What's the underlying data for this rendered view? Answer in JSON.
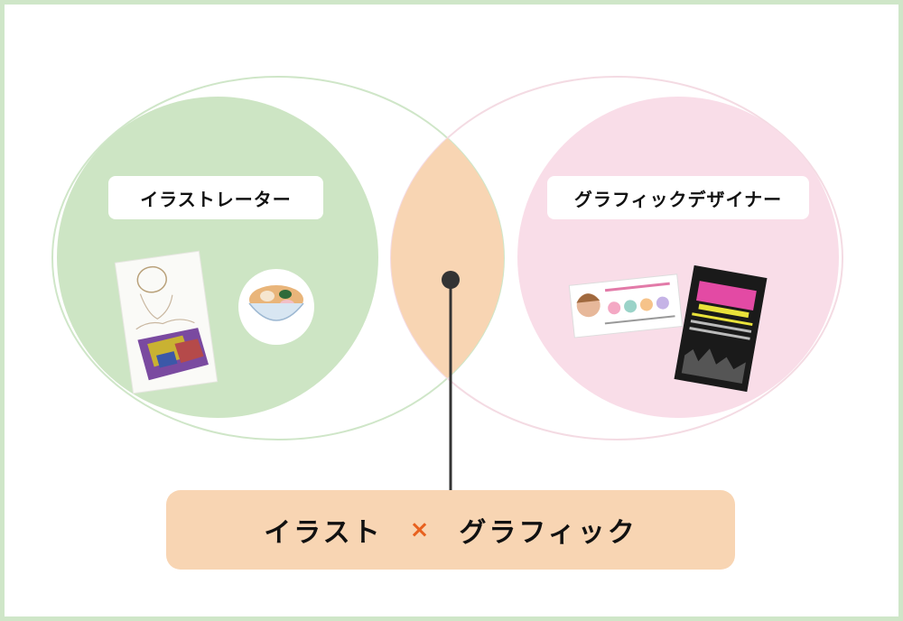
{
  "diagram": {
    "left_circle": {
      "label": "イラストレーター"
    },
    "right_circle": {
      "label": "グラフィックデザイナー"
    },
    "intersection": {
      "left_text": "イラスト",
      "operator": "×",
      "right_text": "グラフィック"
    },
    "images": {
      "left": [
        "woman-illustration-card",
        "ramen-bowl-illustration"
      ],
      "right": [
        "business-card-with-photo",
        "dance-flyer"
      ]
    },
    "colors": {
      "left_fill": "#cde5c4",
      "right_fill": "#f9dde8",
      "intersection_fill": "#f8d5b3",
      "operator": "#e8611f",
      "frame": "#cfe6c8"
    }
  }
}
